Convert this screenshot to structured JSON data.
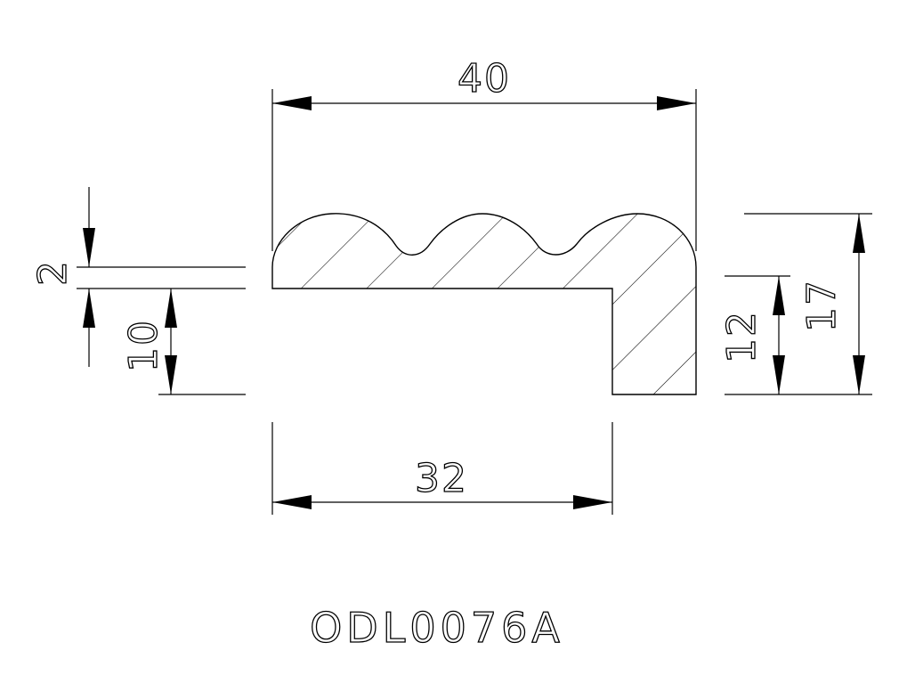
{
  "drawing": {
    "part_code": "ODL0076A",
    "dimensions": {
      "overall_width": "40",
      "rebate_width": "32",
      "top_thickness": "2",
      "rebate_depth": "10",
      "right_leg": "12",
      "overall_height": "17"
    }
  }
}
